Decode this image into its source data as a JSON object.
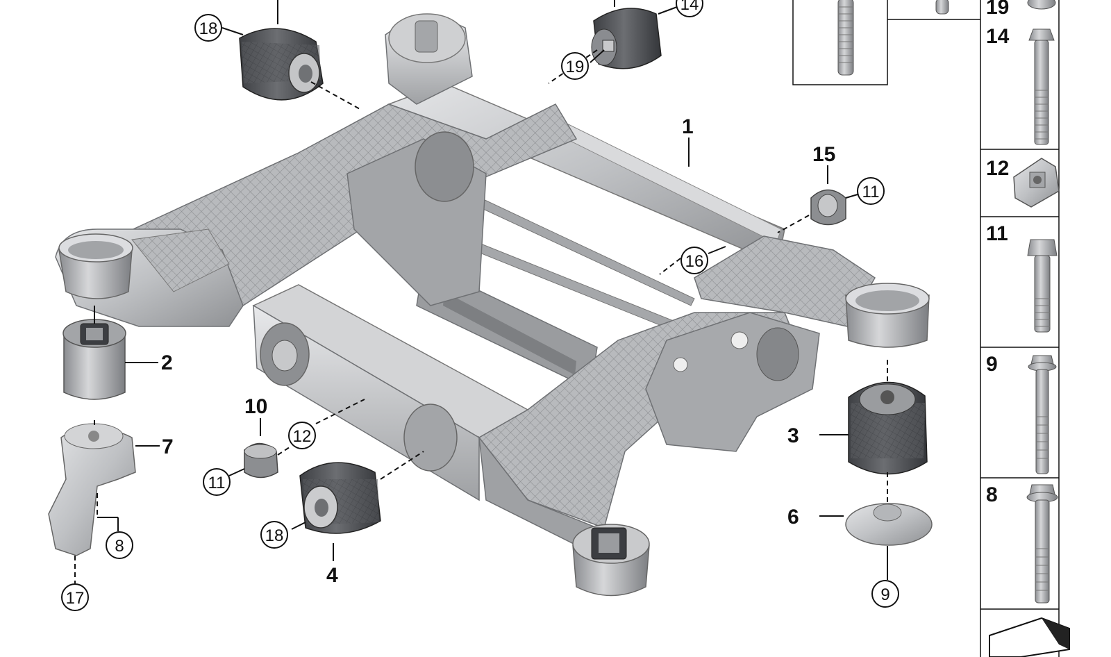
{
  "callouts": {
    "c1": "1",
    "c2": "2",
    "c3": "3",
    "c4": "4",
    "c6": "6",
    "c7": "7",
    "c8": "8",
    "c9": "9",
    "c10": "10",
    "c11a": "11",
    "c11b": "11",
    "c12": "12",
    "c14": "14",
    "c15": "15",
    "c16": "16",
    "c17": "17",
    "c18a": "18",
    "c18b": "18",
    "c19": "19"
  },
  "side_panel": {
    "p19": "19",
    "p14": "14",
    "p12": "12",
    "p11": "11",
    "p9": "9",
    "p8": "8"
  },
  "colors": {
    "part_light": "#cfd0d2",
    "part_mid": "#a9abae",
    "part_dark": "#707275",
    "rubber": "#505256",
    "line": "#111111"
  }
}
